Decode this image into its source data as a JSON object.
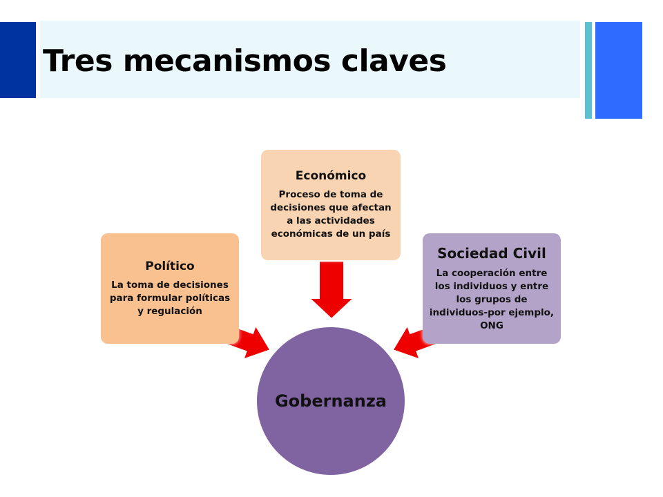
{
  "slide": {
    "title": "Tres mecanismos claves"
  },
  "diagram": {
    "center": "Gobernanza",
    "nodes": [
      {
        "title": "Político",
        "description": "La toma de decisiones para formular políticas y regulación",
        "color": "#f9c090"
      },
      {
        "title": "Económico",
        "description": "Proceso de toma de decisiones que afectan a las actividades económicas de un país",
        "color": "#f9d4b2"
      },
      {
        "title": "Sociedad Civil",
        "description": "La cooperación entre los individuos y entre los grupos de individuos-por ejemplo, ONG",
        "color": "#b4a3c8"
      }
    ],
    "center_color": "#8064a2",
    "arrow_color": "#ee0000"
  }
}
